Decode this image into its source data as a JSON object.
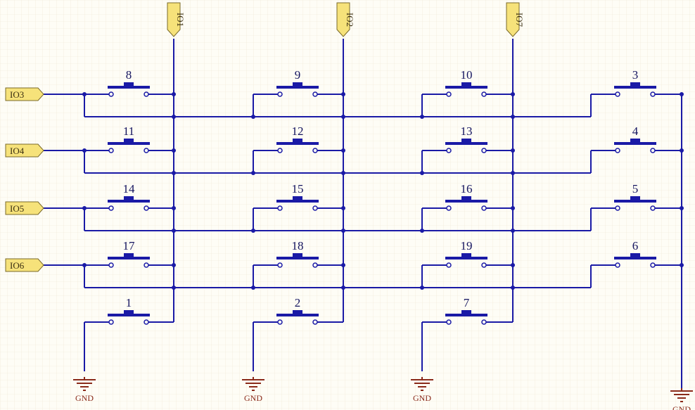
{
  "top_ports": [
    "IO1",
    "IO2",
    "IO7"
  ],
  "left_ports": [
    "IO3",
    "IO4",
    "IO5",
    "IO6"
  ],
  "switch_grid": [
    [
      "8",
      "9",
      "10",
      "3"
    ],
    [
      "11",
      "12",
      "13",
      "4"
    ],
    [
      "14",
      "15",
      "16",
      "5"
    ],
    [
      "17",
      "18",
      "19",
      "6"
    ],
    [
      "1",
      "2",
      "7"
    ]
  ],
  "ground_label": "GND",
  "colors": {
    "wire": "#1a1aa6",
    "port_fill": "#f6e27a",
    "ground": "#8a2a1a",
    "background": "#fefdf6"
  }
}
